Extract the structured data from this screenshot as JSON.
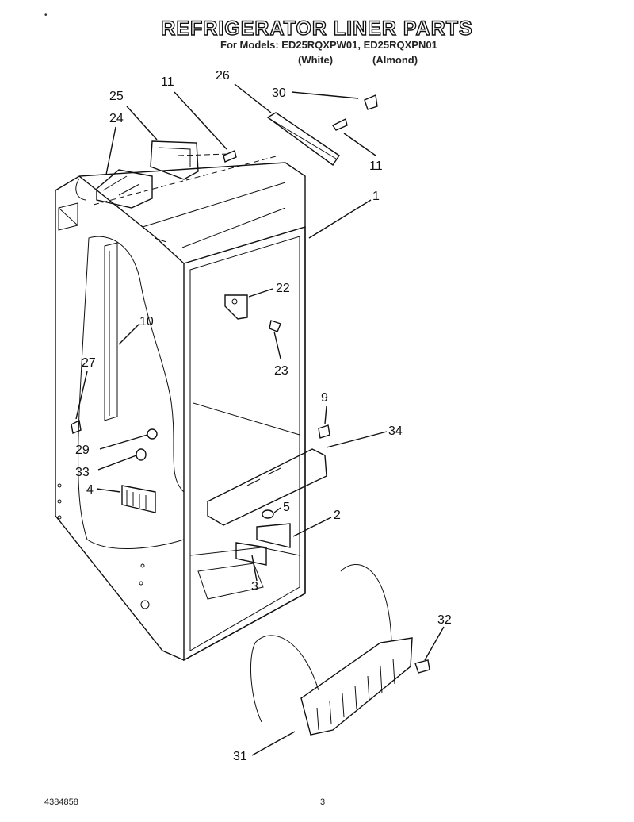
{
  "page": {
    "title": "REFRIGERATOR LINER PARTS",
    "models_line": "For Models: ED25RQXPW01, ED25RQXPN01",
    "variant_white": "(White)",
    "variant_almond": "(Almond)",
    "corner_mark": "•",
    "document_number": "4384858",
    "page_number": "3"
  },
  "callouts": [
    {
      "id": "callout-25",
      "text": "25"
    },
    {
      "id": "callout-24",
      "text": "24"
    },
    {
      "id": "callout-11-top",
      "text": "11"
    },
    {
      "id": "callout-26",
      "text": "26"
    },
    {
      "id": "callout-30",
      "text": "30"
    },
    {
      "id": "callout-11-right",
      "text": "11"
    },
    {
      "id": "callout-1",
      "text": "1"
    },
    {
      "id": "callout-22",
      "text": "22"
    },
    {
      "id": "callout-23",
      "text": "23"
    },
    {
      "id": "callout-10",
      "text": "10"
    },
    {
      "id": "callout-27",
      "text": "27"
    },
    {
      "id": "callout-9",
      "text": "9"
    },
    {
      "id": "callout-34",
      "text": "34"
    },
    {
      "id": "callout-29",
      "text": "29"
    },
    {
      "id": "callout-33",
      "text": "33"
    },
    {
      "id": "callout-4",
      "text": "4"
    },
    {
      "id": "callout-5",
      "text": "5"
    },
    {
      "id": "callout-2",
      "text": "2"
    },
    {
      "id": "callout-3",
      "text": "3"
    },
    {
      "id": "callout-32",
      "text": "32"
    },
    {
      "id": "callout-31",
      "text": "31"
    }
  ]
}
